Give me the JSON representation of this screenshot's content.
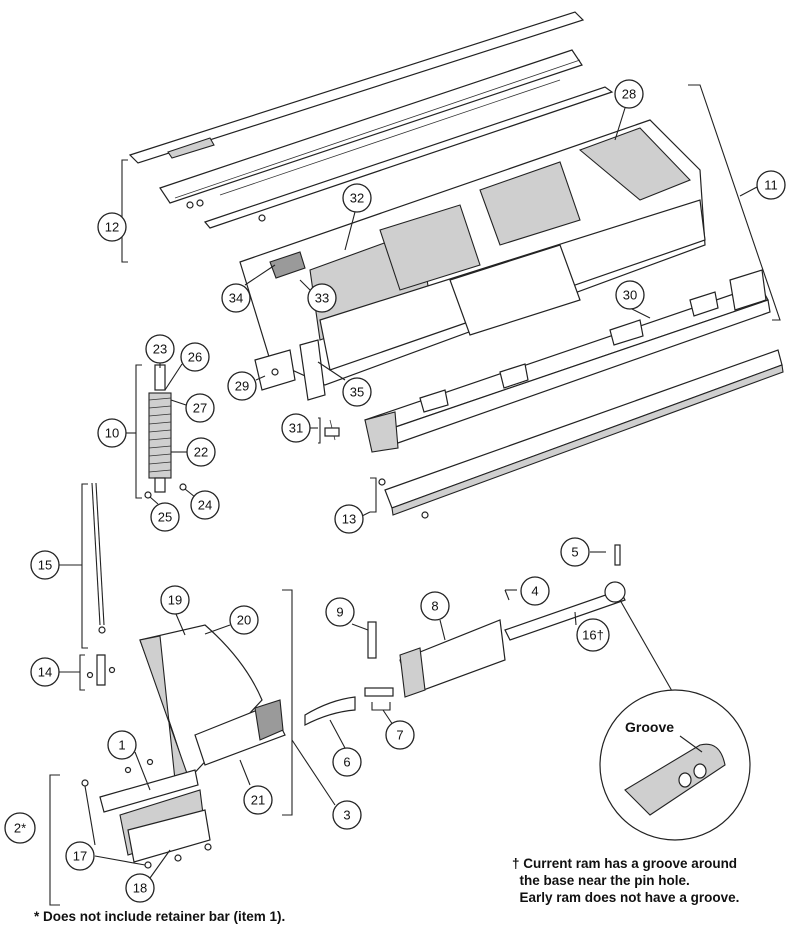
{
  "callouts": [
    {
      "id": "c1",
      "label": "1"
    },
    {
      "id": "c2",
      "label": "2*"
    },
    {
      "id": "c3",
      "label": "3"
    },
    {
      "id": "c4",
      "label": "4"
    },
    {
      "id": "c5",
      "label": "5"
    },
    {
      "id": "c6",
      "label": "6"
    },
    {
      "id": "c7",
      "label": "7"
    },
    {
      "id": "c8",
      "label": "8"
    },
    {
      "id": "c9",
      "label": "9"
    },
    {
      "id": "c10",
      "label": "10"
    },
    {
      "id": "c11",
      "label": "11"
    },
    {
      "id": "c12",
      "label": "12"
    },
    {
      "id": "c13",
      "label": "13"
    },
    {
      "id": "c14",
      "label": "14"
    },
    {
      "id": "c15",
      "label": "15"
    },
    {
      "id": "c16",
      "label": "16†"
    },
    {
      "id": "c17",
      "label": "17"
    },
    {
      "id": "c18",
      "label": "18"
    },
    {
      "id": "c19",
      "label": "19"
    },
    {
      "id": "c20",
      "label": "20"
    },
    {
      "id": "c21",
      "label": "21"
    },
    {
      "id": "c22",
      "label": "22"
    },
    {
      "id": "c23",
      "label": "23"
    },
    {
      "id": "c24",
      "label": "24"
    },
    {
      "id": "c25",
      "label": "25"
    },
    {
      "id": "c26",
      "label": "26"
    },
    {
      "id": "c27",
      "label": "27"
    },
    {
      "id": "c28",
      "label": "28"
    },
    {
      "id": "c29",
      "label": "29"
    },
    {
      "id": "c30",
      "label": "30"
    },
    {
      "id": "c31",
      "label": "31"
    },
    {
      "id": "c32",
      "label": "32"
    },
    {
      "id": "c33",
      "label": "33"
    },
    {
      "id": "c34",
      "label": "34"
    },
    {
      "id": "c35",
      "label": "35"
    }
  ],
  "detail": {
    "groove_label": "Groove"
  },
  "notes": {
    "ram_note": "† Current ram has a groove around\n  the base near the pin hole.\n  Early ram does not have a groove.",
    "footnote": "* Does not include retainer bar (item 1)."
  }
}
